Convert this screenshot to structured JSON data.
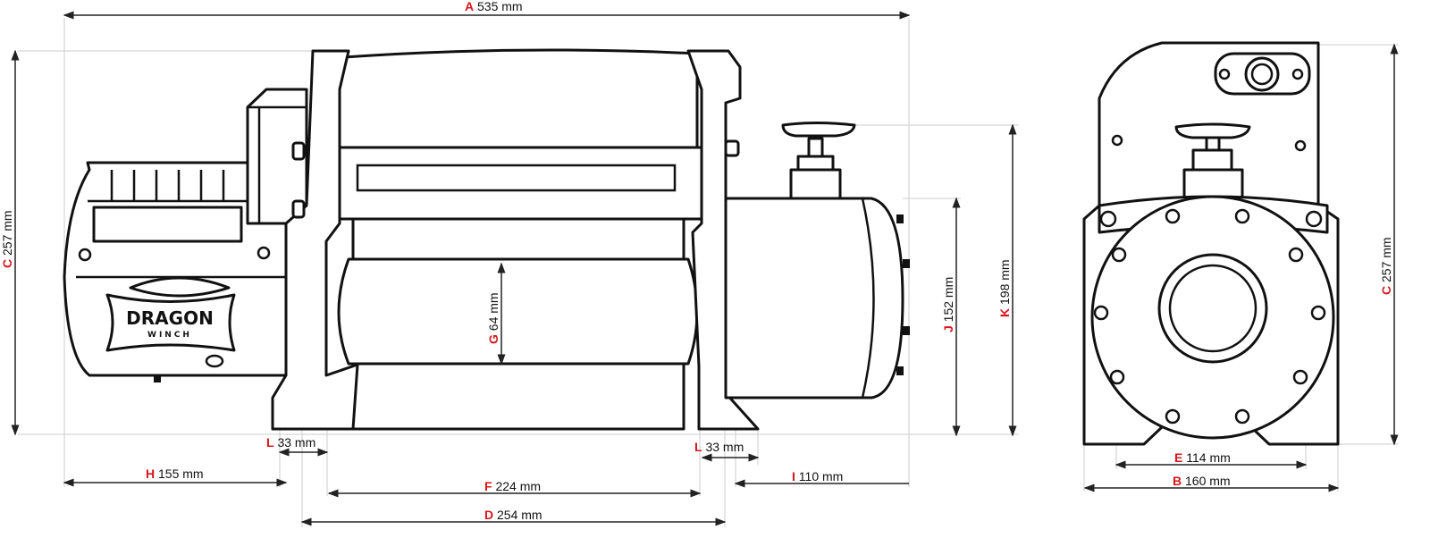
{
  "brand": {
    "name": "DRAGON",
    "sub": "WINCH"
  },
  "colors": {
    "letter": "#d9151b",
    "line": "#111111"
  },
  "dimensions": {
    "A": {
      "letter": "A",
      "value": "535 mm"
    },
    "C_left": {
      "letter": "C",
      "value": "257 mm"
    },
    "G": {
      "letter": "G",
      "value": "64 mm"
    },
    "J": {
      "letter": "J",
      "value": "152 mm"
    },
    "K": {
      "letter": "K",
      "value": "198 mm"
    },
    "C_right": {
      "letter": "C",
      "value": "257 mm"
    },
    "L_left": {
      "letter": "L",
      "value": "33 mm"
    },
    "L_right": {
      "letter": "L",
      "value": "33 mm"
    },
    "H": {
      "letter": "H",
      "value": "155 mm"
    },
    "F": {
      "letter": "F",
      "value": "224 mm"
    },
    "I": {
      "letter": "I",
      "value": "110 mm"
    },
    "D": {
      "letter": "D",
      "value": "254 mm"
    },
    "E": {
      "letter": "E",
      "value": "114 mm"
    },
    "B": {
      "letter": "B",
      "value": "160 mm"
    }
  }
}
